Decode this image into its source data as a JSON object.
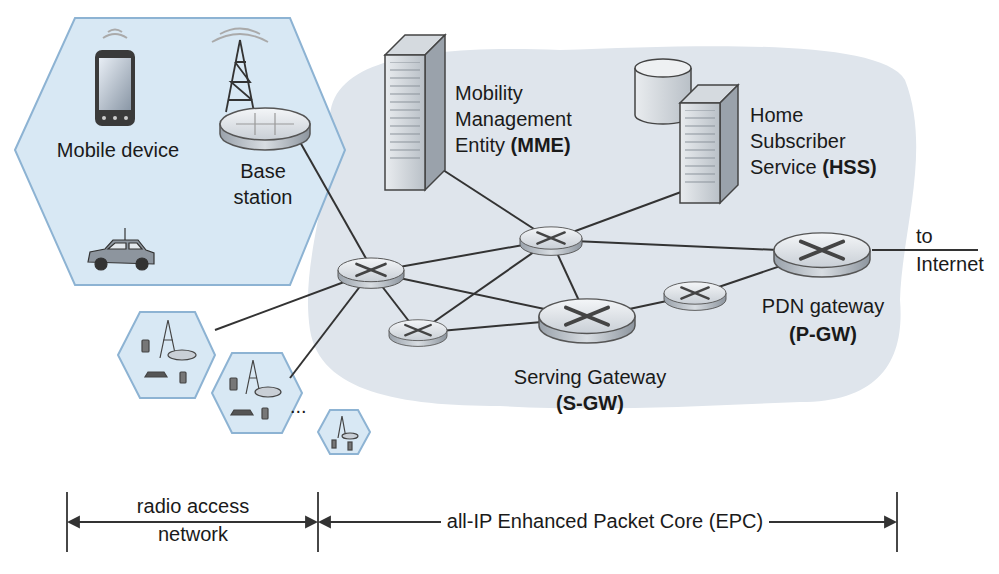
{
  "diagram": {
    "nodes": [
      {
        "text": [
          "Mobile device"
        ]
      },
      {
        "text": [
          "Base station"
        ]
      },
      {
        "text": [
          "Mobility Management Entity (MME)"
        ]
      },
      {
        "text": [
          "Home Subscriber Service (HSS)"
        ]
      },
      {
        "text": [
          "Serving Gateway (S-GW)"
        ]
      },
      {
        "text": [
          "PDN gateway (P-GW)"
        ]
      }
    ],
    "labels": [
      "to Internet",
      "...",
      "radio access network",
      "all-IP Enhanced Packet Core (EPC)"
    ]
  }
}
